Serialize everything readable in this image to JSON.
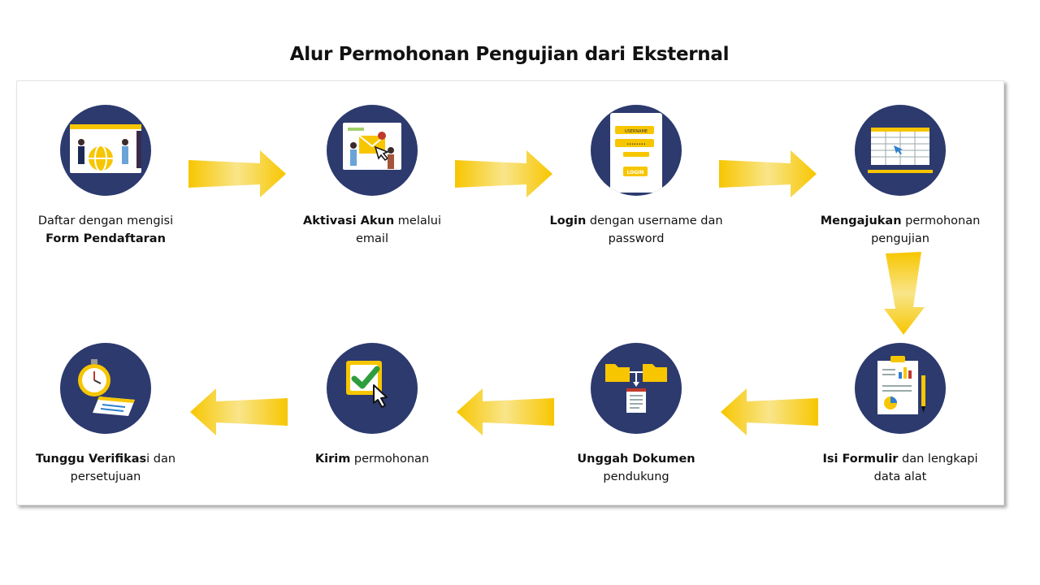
{
  "title": "Alur Permohonan Pengujian dari Eksternal",
  "colors": {
    "circle": "#2c3a6e",
    "arrow": "#f7c600",
    "arrow_light": "#f9e27a"
  },
  "steps": [
    {
      "id": 1,
      "icon": "registration-globe-icon",
      "bold": "",
      "text": "Daftar dengan mengisi",
      "bold2": "Form Pendaftaran",
      "text2": ""
    },
    {
      "id": 2,
      "icon": "email-notification-icon",
      "bold": "Aktivasi Akun",
      "text": " melalui",
      "bold2": "",
      "text2": "email"
    },
    {
      "id": 3,
      "icon": "login-form-icon",
      "bold": "Login",
      "text": " dengan username dan",
      "bold2": "",
      "text2": "password"
    },
    {
      "id": 4,
      "icon": "monitor-table-icon",
      "bold": "Mengajukan",
      "text": " permohonan",
      "bold2": "",
      "text2": "pengujian"
    },
    {
      "id": 5,
      "icon": "clipboard-report-icon",
      "bold": "Isi Formulir",
      "text": " dan lengkapi",
      "bold2": "",
      "text2": "data alat"
    },
    {
      "id": 6,
      "icon": "folder-upload-icon",
      "bold": "Unggah Dokumen",
      "text": "",
      "bold2": "",
      "text2": "pendukung"
    },
    {
      "id": 7,
      "icon": "checkbox-click-icon",
      "bold": "Kirim",
      "text": " permohonan",
      "bold2": "",
      "text2": ""
    },
    {
      "id": 8,
      "icon": "stopwatch-clipboard-icon",
      "bold": "Tunggu Verifikas",
      "text": "i dan",
      "bold2": "",
      "text2": "persetujuan"
    }
  ],
  "login_icon": {
    "username": "USERNAME",
    "password": "••••••••",
    "button": "LOGIN"
  }
}
